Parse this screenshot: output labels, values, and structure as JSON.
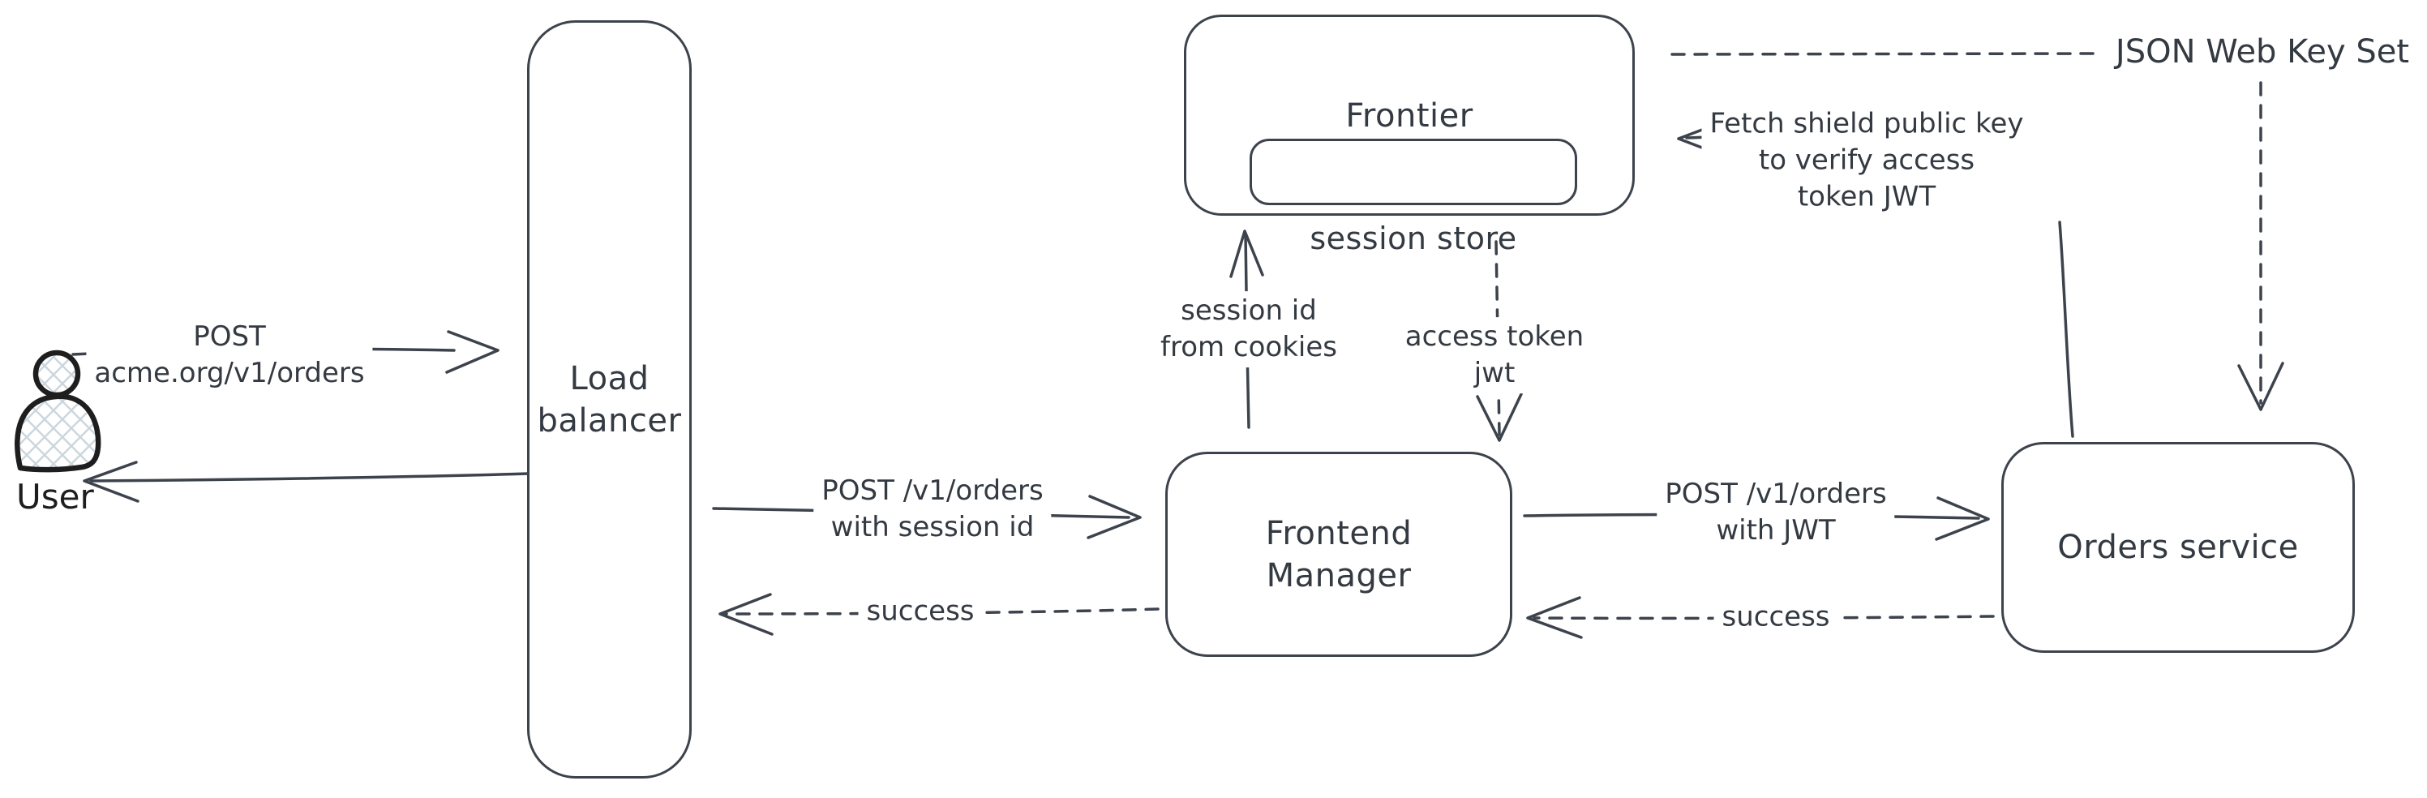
{
  "canvas": {
    "background": "#ffffff",
    "stroke_color": "#3d434c",
    "ink_color": "#1e1e1e",
    "hatch_color": "#ccd6dd"
  },
  "nodes": {
    "user": {
      "label": "User"
    },
    "load_balancer": {
      "label": "Load\nbalancer"
    },
    "frontier": {
      "label": "Frontier",
      "session_store_label": "session store"
    },
    "frontend_manager": {
      "label": "Frontend\nManager"
    },
    "orders_service": {
      "label": "Orders service"
    },
    "jwks": {
      "label": "JSON Web Key Set"
    }
  },
  "edges": {
    "user_to_lb": {
      "label": "POST\nacme.org/v1/orders",
      "style": "solid"
    },
    "lb_to_user": {
      "label": "",
      "style": "solid"
    },
    "lb_to_fm": {
      "label": "POST /v1/orders\nwith session id",
      "style": "solid"
    },
    "fm_to_lb": {
      "label": "success",
      "style": "dashed"
    },
    "fm_to_frontier": {
      "label": "session id\nfrom cookies",
      "style": "solid"
    },
    "frontier_to_fm": {
      "label": "access token\njwt",
      "style": "dashed"
    },
    "fm_to_orders": {
      "label": "POST /v1/orders\nwith JWT",
      "style": "solid"
    },
    "orders_to_fm": {
      "label": "success",
      "style": "dashed"
    },
    "orders_to_frontier": {
      "label": "Fetch shield public key\nto verify access\ntoken JWT",
      "style": "solid"
    },
    "frontier_to_jwks": {
      "label": "",
      "style": "dashed"
    },
    "jwks_to_orders": {
      "label": "",
      "style": "dashed"
    }
  }
}
